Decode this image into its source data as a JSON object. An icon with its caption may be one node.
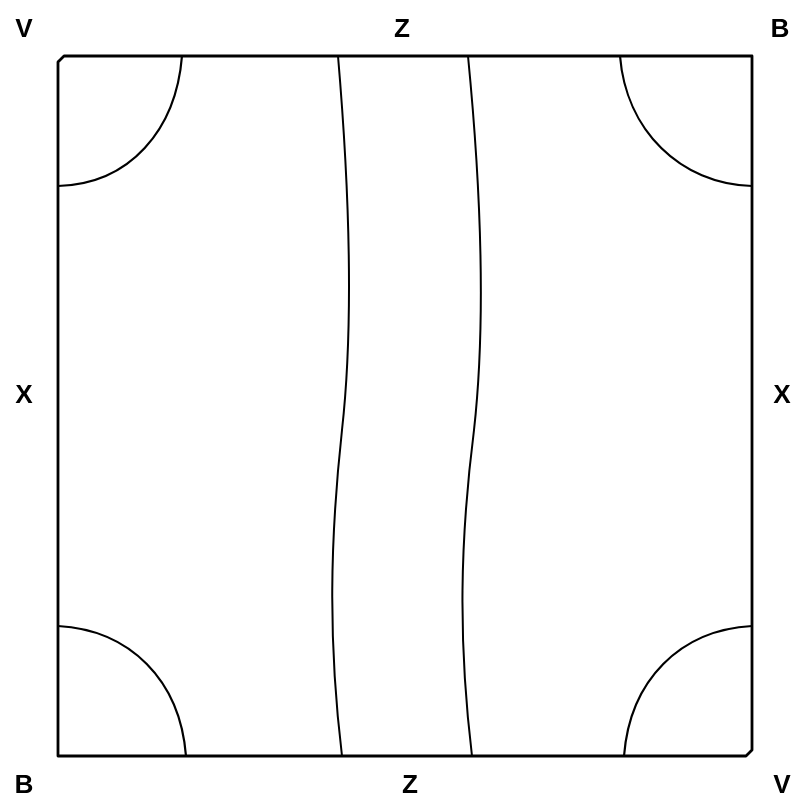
{
  "diagram": {
    "labels": [
      "V",
      "Z",
      "B",
      "X",
      "X",
      "B",
      "Z",
      "V"
    ]
  }
}
